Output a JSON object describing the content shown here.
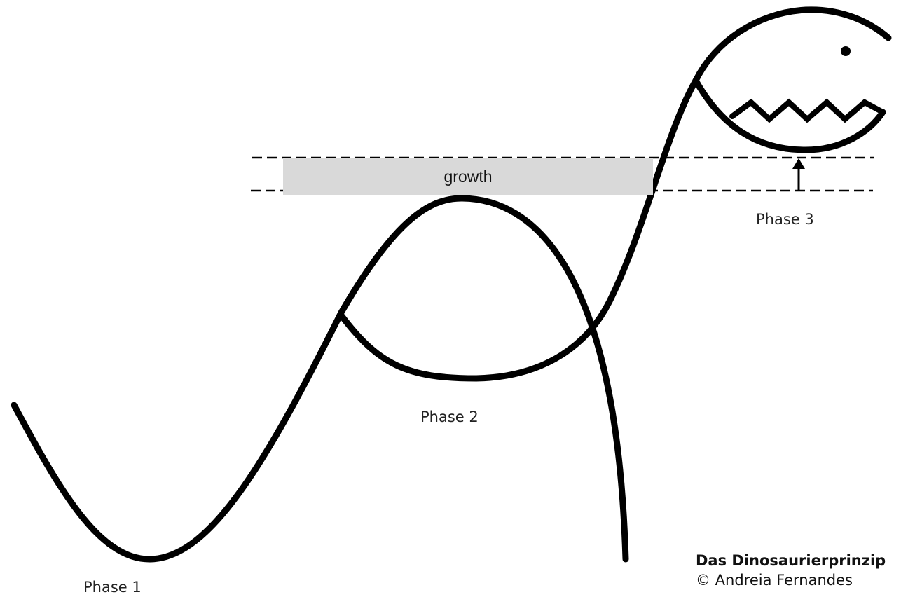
{
  "labels": {
    "growth": "growth",
    "phase1": "Phase 1",
    "phase2": "Phase 2",
    "phase3": "Phase 3"
  },
  "credit": {
    "title": "Das Dinosaurierprinzip",
    "author": "© Andreia Fernandes"
  },
  "colors": {
    "line": "#000000",
    "growth_band": "#d9d9d9",
    "background": "#ffffff"
  }
}
